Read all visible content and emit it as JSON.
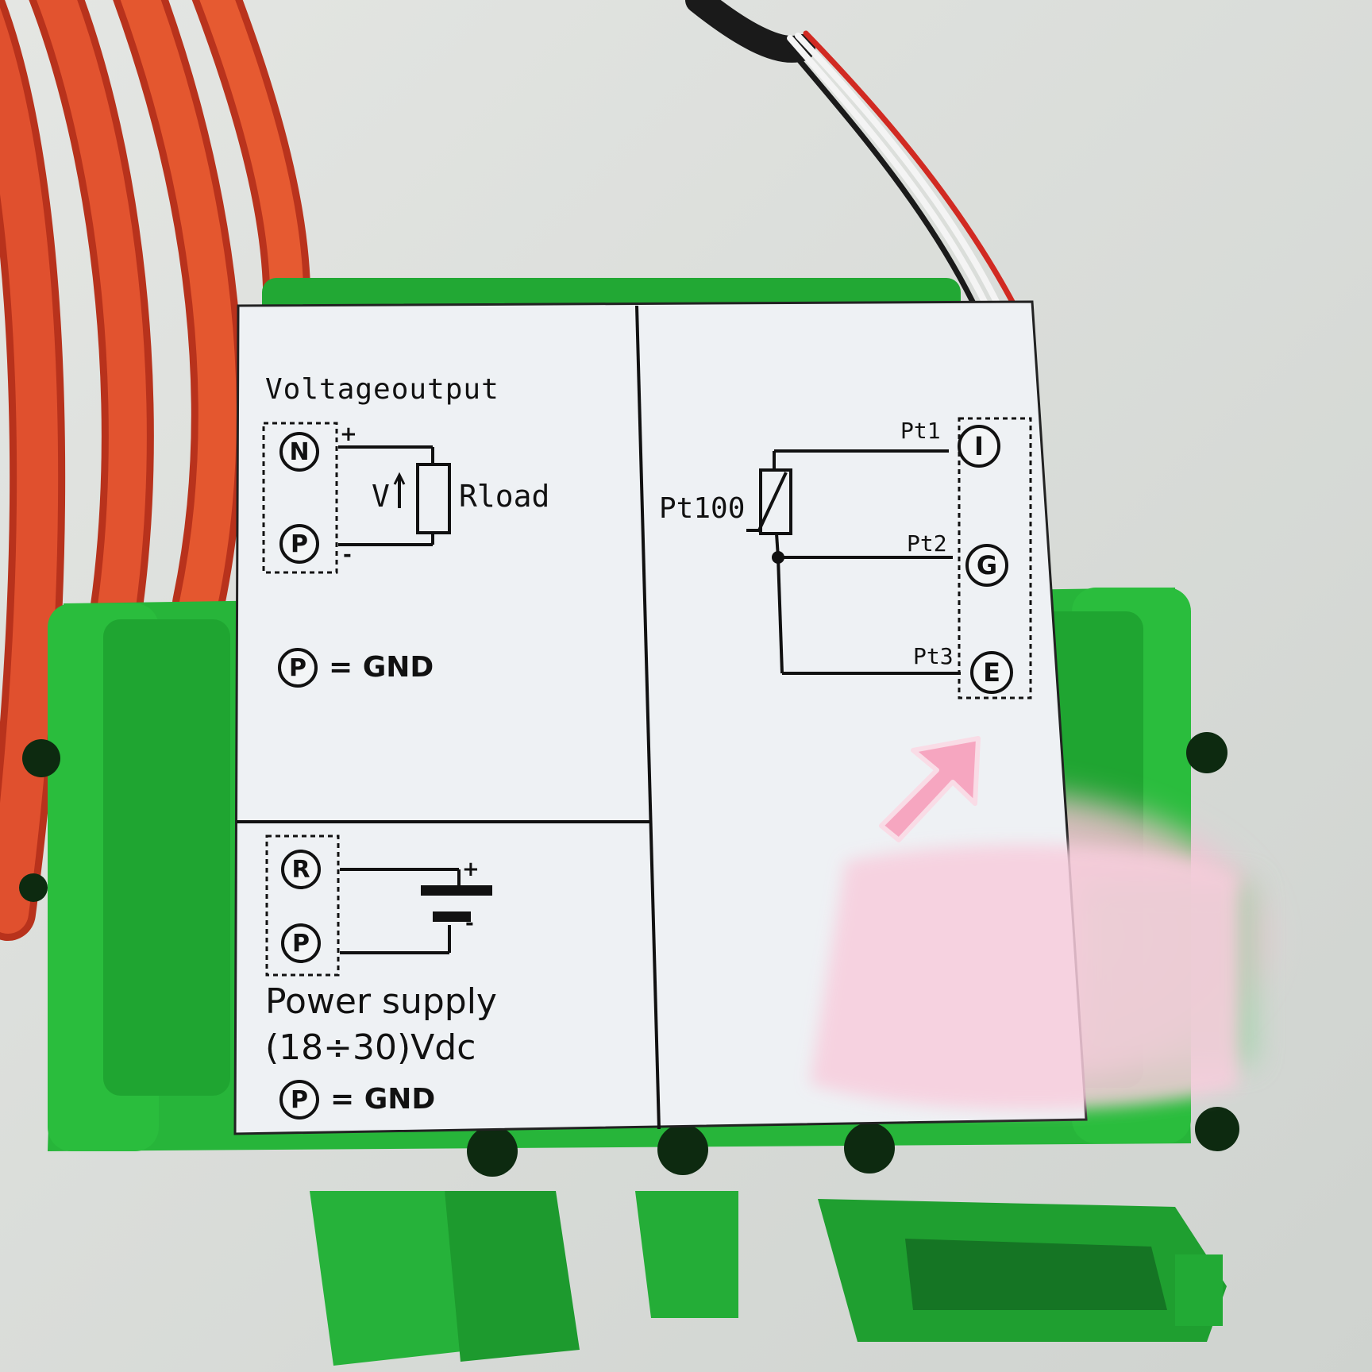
{
  "colors": {
    "housing": "#27b53a",
    "housing_dark": "#1f9a2f",
    "cable": "#d8472a",
    "label": "#eef1f4",
    "ink": "#111111",
    "arrow": "#f6a6c0",
    "blur_pink": "#f7c7d8"
  },
  "output_section": {
    "title": "Voltageoutput",
    "terminal_n": "N",
    "terminal_p": "P",
    "plus": "+",
    "minus": "-",
    "v_label": "V",
    "load_label": "Rload",
    "gnd_terminal": "P",
    "gnd_text": "= GND"
  },
  "power_section": {
    "terminal_r": "R",
    "terminal_p": "P",
    "plus": "+",
    "minus": "-",
    "title": "Power supply",
    "range": "(18÷30)Vdc",
    "gnd_terminal": "P",
    "gnd_text": "= GND"
  },
  "sensor_section": {
    "sensor_label": "Pt100",
    "pt1": "Pt1",
    "pt2": "Pt2",
    "pt3": "Pt3",
    "terminal_i": "I",
    "terminal_g": "G",
    "terminal_e": "E"
  },
  "icons": {
    "arrow": "arrow-up-right-icon",
    "resistor": "resistor-icon",
    "thermistor": "thermistor-icon",
    "battery": "battery-icon"
  }
}
